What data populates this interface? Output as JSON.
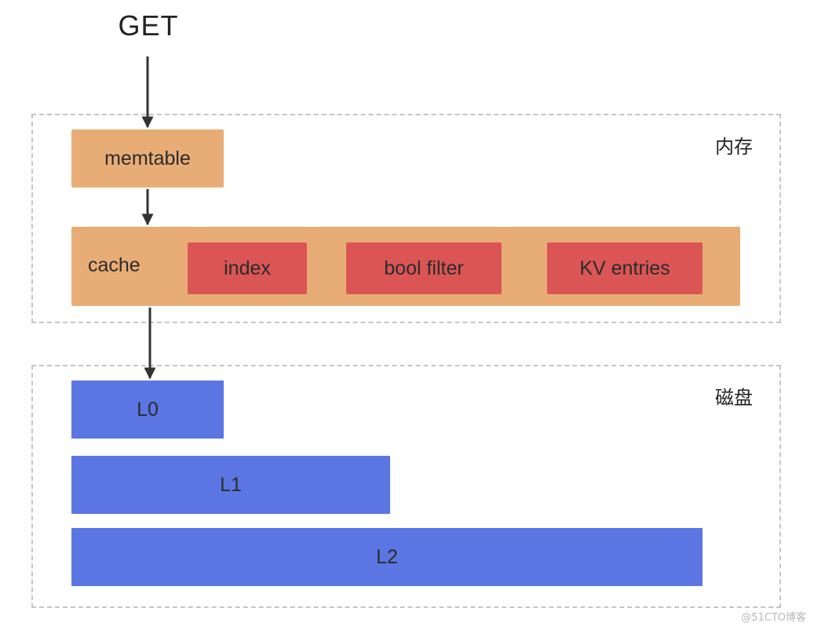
{
  "request_label": "GET",
  "memory_region": {
    "label": "内存"
  },
  "disk_region": {
    "label": "磁盘"
  },
  "memtable": {
    "label": "memtable"
  },
  "cache": {
    "label": "cache",
    "items": [
      "index",
      "bool filter",
      "KV entries"
    ]
  },
  "levels": [
    "L0",
    "L1",
    "L2"
  ],
  "watermark": "@51CTO博客",
  "colors": {
    "memory_block": "#e8ad76",
    "cache_item": "#db5555",
    "level_block": "#5b76e2",
    "region_border": "#c4c4c4",
    "arrow": "#333333"
  }
}
